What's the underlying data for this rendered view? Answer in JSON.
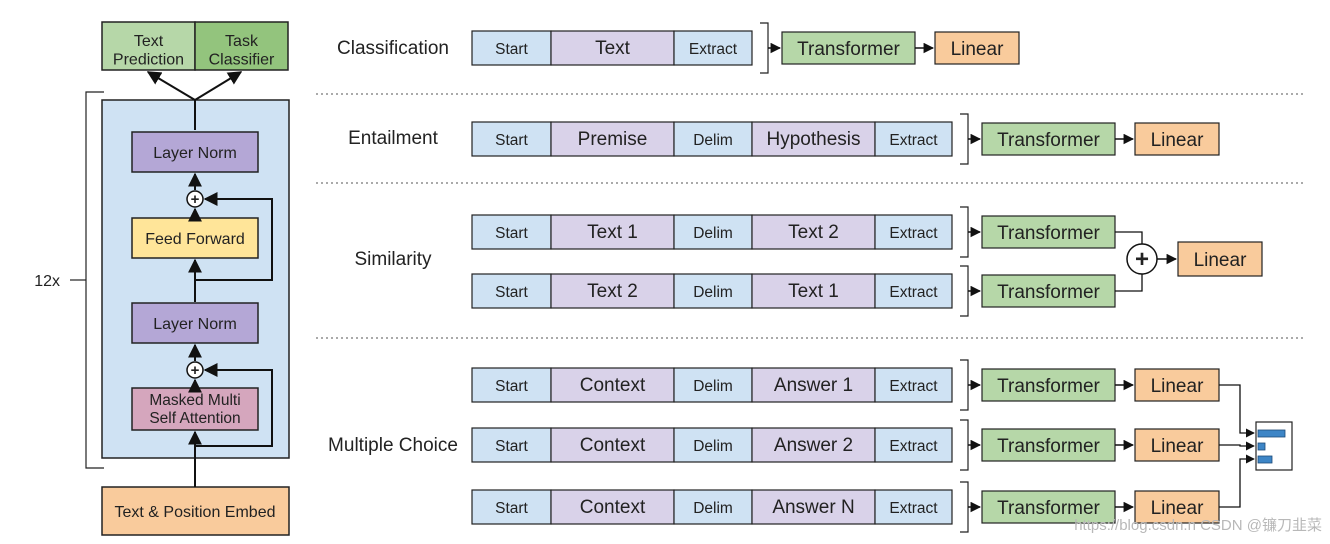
{
  "arch": {
    "repeat": "12x",
    "output_heads": [
      "Text\nPrediction",
      "Task\nClassifier"
    ],
    "layer_norm": "Layer Norm",
    "feed_forward": "Feed Forward",
    "attention": "Masked Multi\nSelf Attention",
    "embed": "Text & Position Embed",
    "plus_symbol": "+"
  },
  "tasks": [
    {
      "name": "Classification",
      "rows": [
        [
          "Start",
          "Text",
          "Extract"
        ]
      ]
    },
    {
      "name": "Entailment",
      "rows": [
        [
          "Start",
          "Premise",
          "Delim",
          "Hypothesis",
          "Extract"
        ]
      ]
    },
    {
      "name": "Similarity",
      "rows": [
        [
          "Start",
          "Text 1",
          "Delim",
          "Text 2",
          "Extract"
        ],
        [
          "Start",
          "Text 2",
          "Delim",
          "Text 1",
          "Extract"
        ]
      ]
    },
    {
      "name": "Multiple Choice",
      "rows": [
        [
          "Start",
          "Context",
          "Delim",
          "Answer 1",
          "Extract"
        ],
        [
          "Start",
          "Context",
          "Delim",
          "Answer 2",
          "Extract"
        ],
        [
          "Start",
          "Context",
          "Delim",
          "Answer N",
          "Extract"
        ]
      ]
    }
  ],
  "transformer_label": "Transformer",
  "linear_label": "Linear",
  "watermark": "https://blog.csdn.n CSDN @镰刀韭菜",
  "colors": {
    "start": "#cfe2f3",
    "text": "#d9d2e9",
    "transformer": "#b6d7a8",
    "linear": "#f9cb9c",
    "layer_norm": "#b4a7d6",
    "feed_forward": "#ffe599",
    "attention": "#d5a6bd",
    "block_bg": "#cfe2f3",
    "head_left": "#b6d7a8",
    "head_right": "#93c47d",
    "softmax": "#3d85c6"
  }
}
